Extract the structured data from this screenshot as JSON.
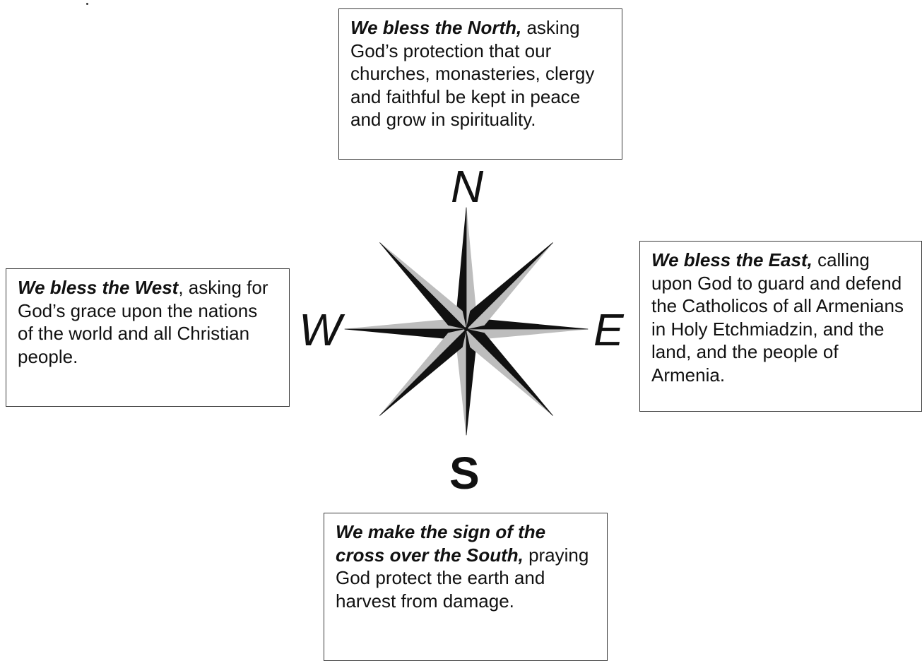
{
  "north": {
    "label": "N",
    "lead": "We bless the North,",
    "text": " asking God’s protection that our churches, monasteries, clergy and faithful be kept in peace and grow in spirituality."
  },
  "west": {
    "label": "W",
    "lead": "We bless the West",
    "text": ", asking for God’s grace upon the nations of the world and all Christian people."
  },
  "east": {
    "label": "E",
    "lead": "We bless the East,",
    "text": " calling upon God to guard and defend the Catholicos of all Armenians in Holy Etchmiadzin, and the land, and the people of Armenia."
  },
  "south": {
    "label": "S",
    "lead": "We make the sign of the cross over the South,",
    "text": " praying God protect the earth and harvest from damage."
  },
  "colors": {
    "ink": "#111111",
    "light_ray": "#bdbdbd",
    "border": "#3a3a3a"
  },
  "icons": {
    "compass": "compass-rose-icon"
  }
}
